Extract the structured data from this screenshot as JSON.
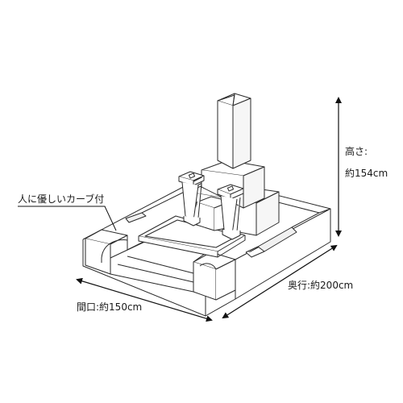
{
  "annotations": {
    "curb_callout": "人に優しいカーブ付",
    "height_label": "高さ:",
    "height_value": "約154cm",
    "depth": "奥行:約200cm",
    "frontage": "間口:約150cm"
  },
  "colors": {
    "line": "#2a2a2a",
    "face": "#ffffff",
    "shade": "#f1f1f1"
  }
}
